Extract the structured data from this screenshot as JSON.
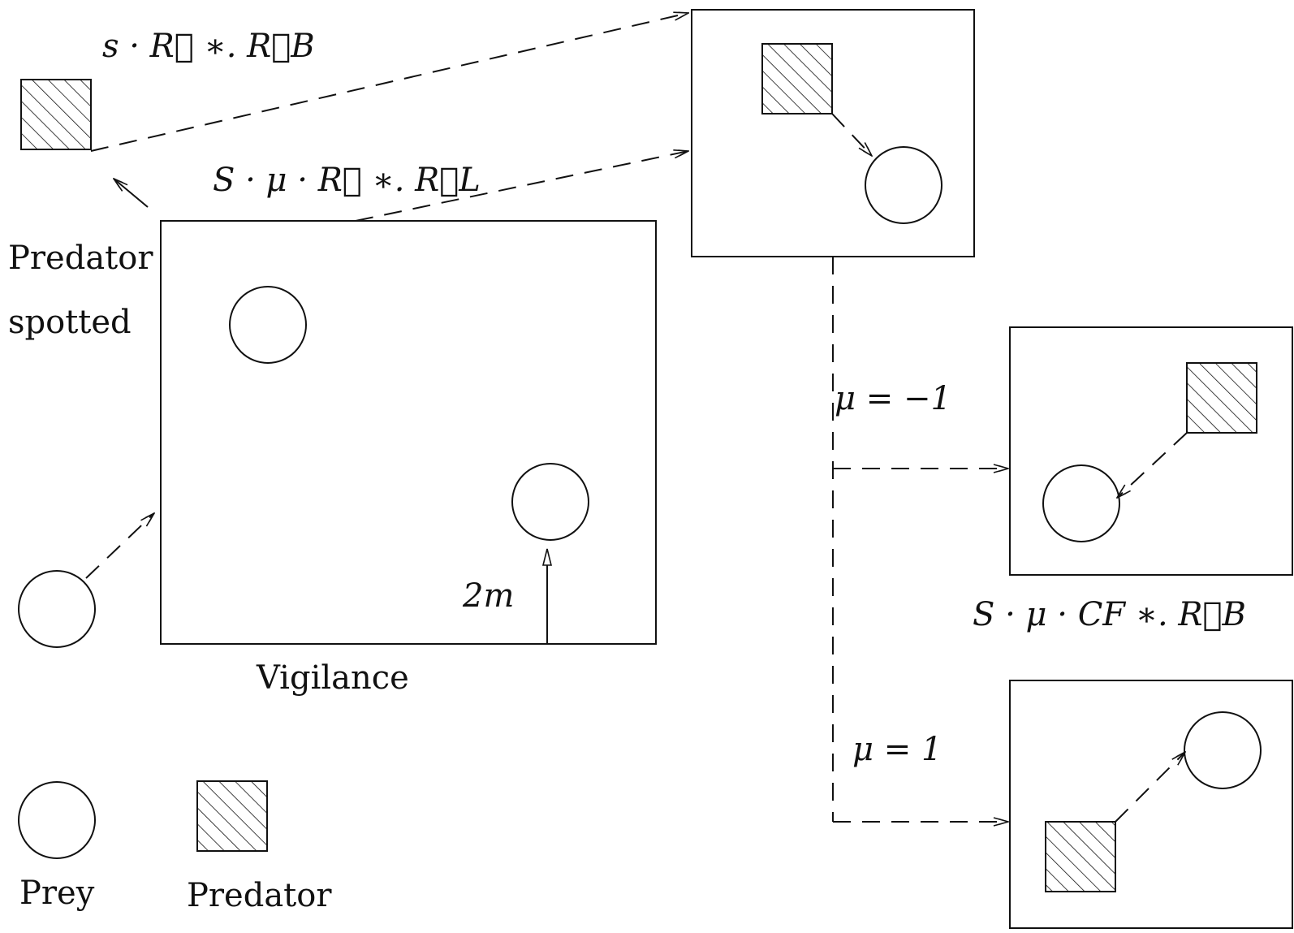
{
  "labels": {
    "predator_spotted_line1": "Predator",
    "predator_spotted_line2": "spotted",
    "vigilance": "Vigilance",
    "distance": "2m",
    "mu_neg": "μ = −1",
    "mu_pos": "μ = 1",
    "legend_prey": "Prey",
    "legend_predator": "Predator"
  },
  "formulas": {
    "top_left": "s · R⃗ ∗. R⃗B",
    "middle": "S · μ · R⃗ ∗. R⃗L",
    "right": "S · μ · CF ∗. R⃗B"
  },
  "colors": {
    "stroke": "#111111",
    "background": "#ffffff"
  }
}
